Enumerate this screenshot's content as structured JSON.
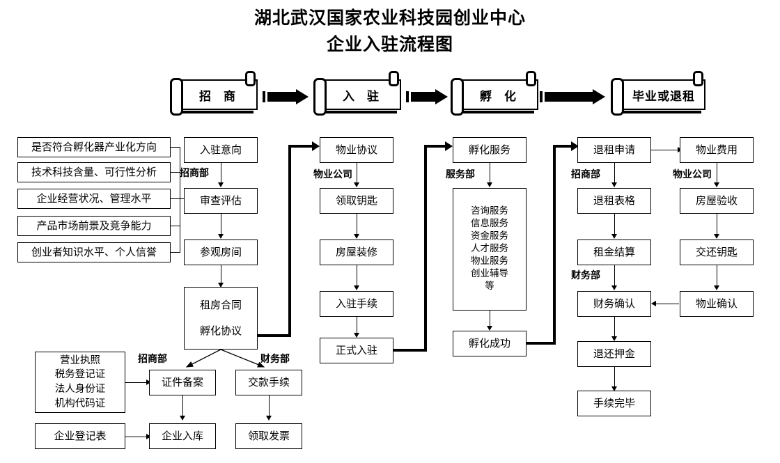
{
  "header": {
    "title_line1": "湖北武汉国家农业科技园创业中心",
    "title_line2": "企业入驻流程图"
  },
  "stages": [
    {
      "label": "招  商"
    },
    {
      "label": "入  驻"
    },
    {
      "label": "孵  化"
    },
    {
      "label": "毕业或退租"
    }
  ],
  "criteria": {
    "items": [
      {
        "label": "是否符合孵化器产业化方向"
      },
      {
        "label": "技术科技含量、可行性分析"
      },
      {
        "label": "企业经营状况、管理水平"
      },
      {
        "label": "产品市场前景及竞争能力"
      },
      {
        "label": "创业者知识水平、个人信誉"
      }
    ]
  },
  "col_recruit": {
    "dept": "招商部",
    "nodes": [
      {
        "label": "入驻意向"
      },
      {
        "label": "审查评估"
      },
      {
        "label": "参观房间"
      }
    ],
    "contract": {
      "line1": "租房合同",
      "line2": "孵化协议"
    }
  },
  "col_property": {
    "dept": "物业公司",
    "nodes": [
      {
        "label": "物业协议"
      },
      {
        "label": "领取钥匙"
      },
      {
        "label": "房屋装修"
      },
      {
        "label": "入驻手续"
      },
      {
        "label": "正式入驻"
      }
    ]
  },
  "col_incubate": {
    "dept": "服务部",
    "head": {
      "label": "孵化服务"
    },
    "services": [
      "咨询服务",
      "信息服务",
      "资金服务",
      "人才服务",
      "物业服务",
      "创业辅导",
      "等"
    ],
    "tail": {
      "label": "孵化成功"
    }
  },
  "col_exit": {
    "dept_top": "招商部",
    "dept_mid": "财务部",
    "nodes": [
      {
        "label": "退租申请"
      },
      {
        "label": "退租表格"
      },
      {
        "label": "租金结算"
      },
      {
        "label": "财务确认"
      },
      {
        "label": "退还押金"
      },
      {
        "label": "手续完毕"
      }
    ]
  },
  "col_handback": {
    "dept": "物业公司",
    "nodes": [
      {
        "label": "物业费用"
      },
      {
        "label": "房屋验收"
      },
      {
        "label": "交还钥匙"
      },
      {
        "label": "物业确认"
      }
    ]
  },
  "documents": {
    "certs": [
      "营业执照",
      "税务登记证",
      "法人身份证",
      "机构代码证"
    ],
    "registration_form": "企业登记表"
  },
  "bottom": {
    "dept_left": "招商部",
    "dept_right": "财务部",
    "filing": "证件备案",
    "enroll": "企业入库",
    "payment": "交款手续",
    "invoice": "领取发票"
  },
  "colors": {
    "ink": "#000000",
    "paper": "#ffffff"
  }
}
